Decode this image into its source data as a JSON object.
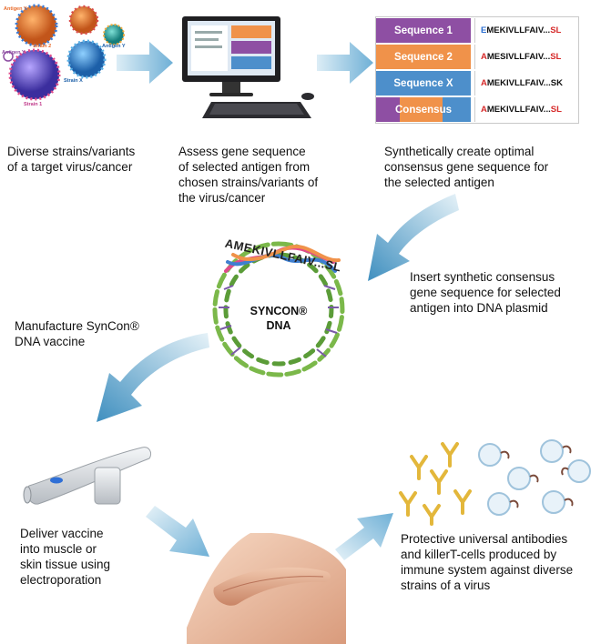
{
  "steps": {
    "step1": "Diverse strains/variants\nof a target virus/cancer",
    "step2": "Assess gene sequence\nof selected antigen from\nchosen strains/variants of\nthe virus/cancer",
    "step3": "Synthetically create optimal\nconsensus gene sequence for\nthe selected antigen",
    "step4": "Insert synthetic consensus\ngene sequence for selected\nantigen into DNA plasmid",
    "step5": "Manufacture SynCon®\nDNA vaccine",
    "step6": "Deliver vaccine\ninto muscle or\nskin tissue using\nelectroporation",
    "step7": "Protective universal antibodies\nand killerT-cells produced by\nimmune system against diverse\nstrains of a virus"
  },
  "virus_labels": {
    "antigen_y_1": "Antigen Y",
    "strain_2": "Strain 2",
    "antigen_y_2": "Antigen Y",
    "strain_x": "Strain X",
    "antigen_y_3": "Antigen Y",
    "strain_1": "Strain 1"
  },
  "sequence_table": {
    "rows": [
      {
        "label": "Sequence 1",
        "value_parts": [
          "E",
          "MEKIVLLFAIV...",
          "SL"
        ],
        "color": "#8e4fa3"
      },
      {
        "label": "Sequence 2",
        "value_parts": [
          "A",
          "MESIVLLFAIV...",
          "SL"
        ],
        "color": "#f0924a"
      },
      {
        "label": "Sequence X",
        "value_parts": [
          "A",
          "MEKIVLLFAIV...",
          "SK"
        ],
        "color": "#4d8fcb"
      },
      {
        "label": "Consensus",
        "value_parts": [
          "A",
          "MEKIVLLFAIV...",
          "SL"
        ],
        "color": "#8e4fa3"
      }
    ]
  },
  "plasmid": {
    "sequence_text": "AMEKIVLLFAIV...SL",
    "center_line1": "SYNCON®",
    "center_line2": "DNA"
  },
  "colors": {
    "arrow": "#8fc3de",
    "arrow_dark": "#3f8fbf",
    "antibody": "#e3b73b",
    "cell": "#cfe3f1"
  }
}
